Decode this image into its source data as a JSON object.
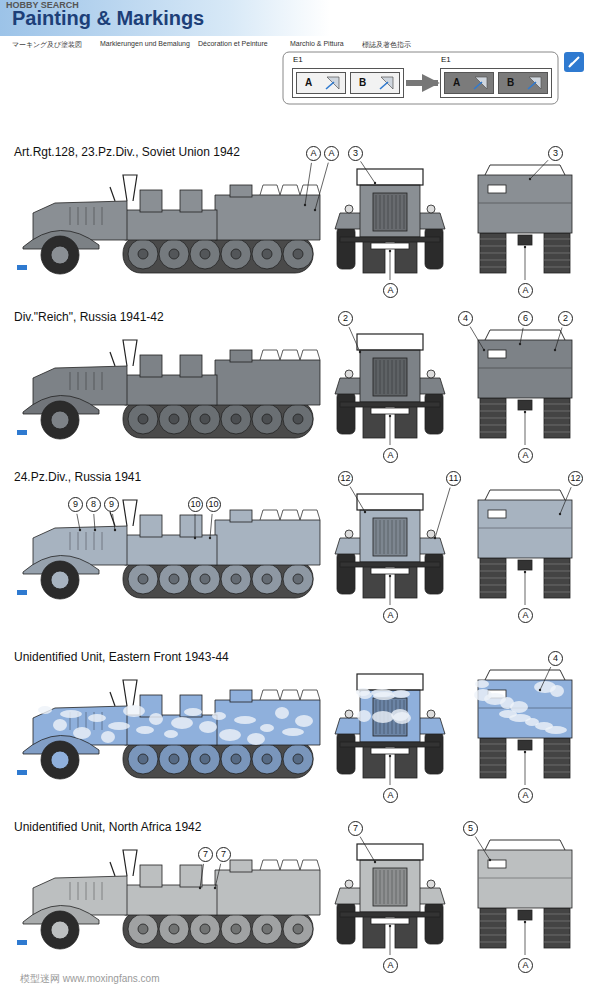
{
  "diagram": {
    "title": "Painting & Markings",
    "nodes": [
      {
        "text": [
          "E1"
        ]
      },
      {
        "text": [
          "A"
        ],
        "in": 0
      },
      {
        "text": [
          "B"
        ],
        "in": 0
      },
      {
        "text": [
          "E1"
        ]
      },
      {
        "text": [
          "A"
        ],
        "in": 3
      },
      {
        "text": [
          "B"
        ],
        "in": 3
      }
    ],
    "edges": [
      {
        "from": 0,
        "to": 3,
        "arrow": "to"
      }
    ],
    "labels": [
      "HOBBY SEARCH",
      "マーキング及び塗装図",
      "Markierungen und Bemalung",
      "Décoration et Peinture",
      "Marchio & Pittura",
      "標誌及著色指示",
      "Art.Rgt.128, 23.Pz.Div., Soviet Union 1942",
      "Div.\"Reich\", Russia 1941-42",
      "24.Pz.Div., Russia 1941",
      "Unidentified Unit, Eastern Front 1943-44",
      "Unidentified Unit, North Africa 1942",
      "A",
      "A",
      "3",
      "A",
      "3",
      "A",
      "2",
      "A",
      "4",
      "6",
      "2",
      "A",
      "9",
      "8",
      "9",
      "10",
      "10",
      "12",
      "11",
      "A",
      "12",
      "A",
      "A",
      "4",
      "A",
      "7",
      "7",
      "7",
      "A",
      "5",
      "A",
      "模型迷网 www.moxingfans.com"
    ]
  }
}
